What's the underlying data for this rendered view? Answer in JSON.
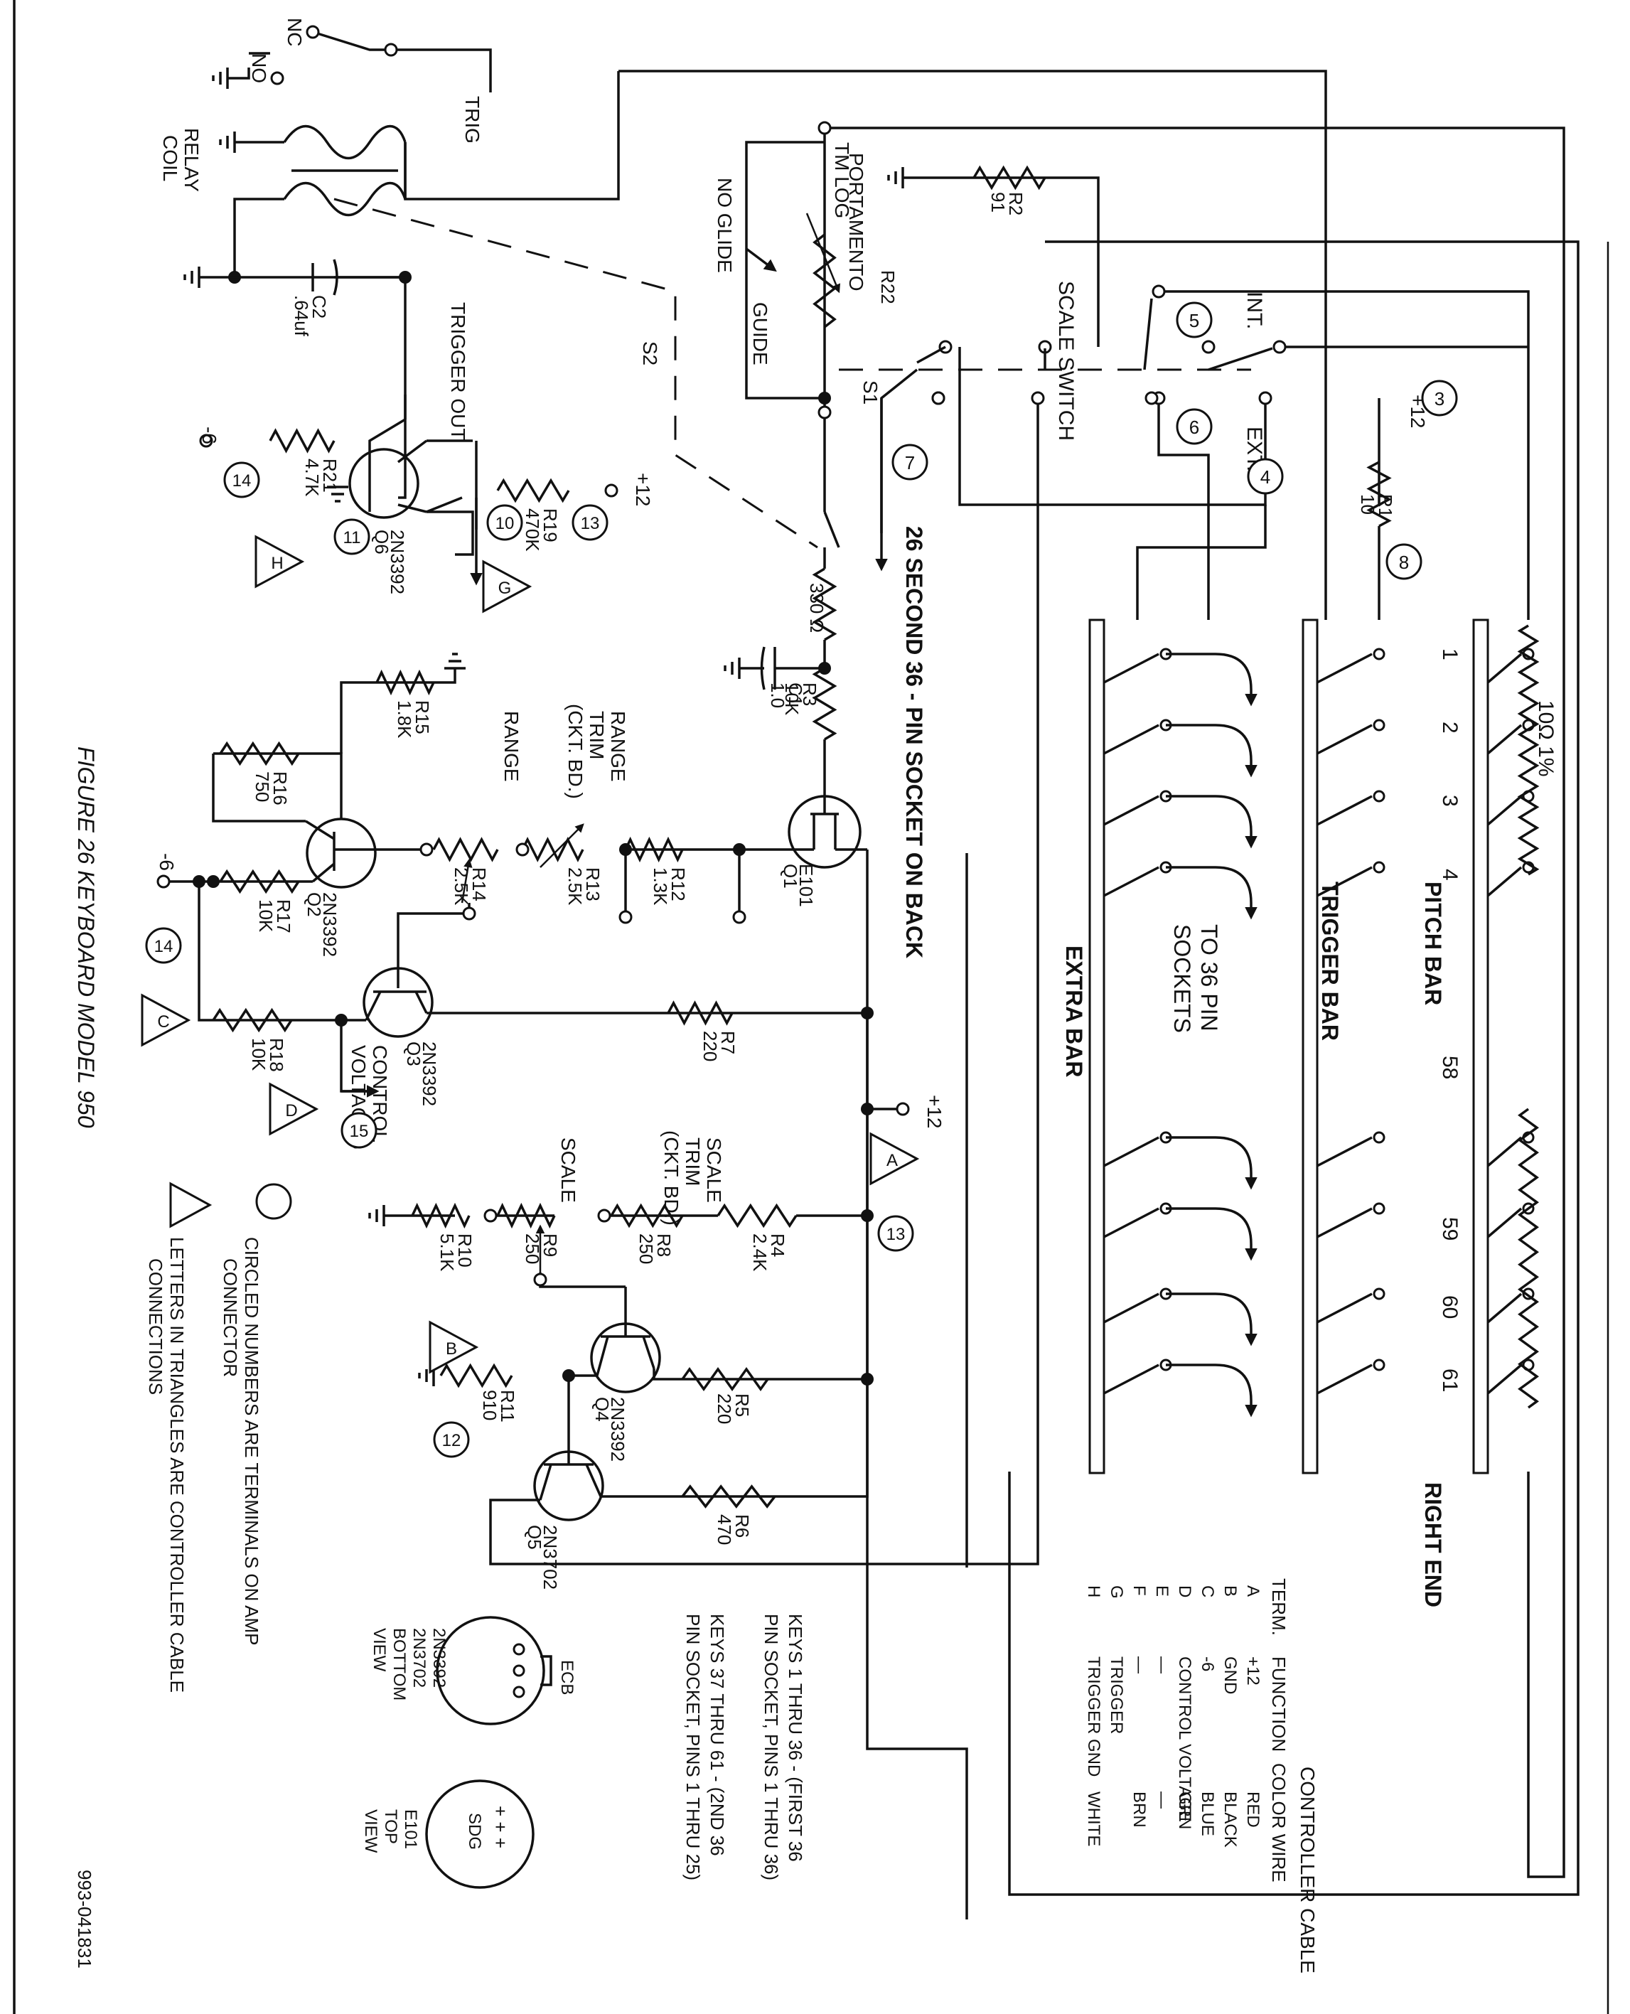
{
  "figure": {
    "caption": "FIGURE 26 KEYBOARD MODEL 950",
    "doc_number": "993-041831"
  },
  "bars": {
    "pitch": "PITCH BAR",
    "trigger": "TRIGGER BAR",
    "extra": "EXTRA BAR",
    "right_end": "RIGHT END",
    "resistor_note": "10Ω 1%",
    "key_numbers": [
      "1",
      "2",
      "3",
      "4",
      "58",
      "59",
      "60",
      "61"
    ],
    "to_sockets": [
      "TO 36 PIN",
      "SOCKETS"
    ]
  },
  "socket_note": "26 SECOND 36 - PIN SOCKET ON BACK",
  "switches": {
    "scale": "SCALE SWITCH",
    "int": "INT.",
    "ext": "EXT.",
    "s1": "S1",
    "s2": "S2",
    "tm_log": "TM LOG",
    "no_glide": "NO GLIDE",
    "guide": "GUIDE",
    "portamento": "PORTAMENTO"
  },
  "relay": {
    "nc": "NC",
    "no": "NO",
    "trig": "TRIG",
    "relay": "RELAY",
    "coil": "COIL"
  },
  "labels": {
    "trigger_out": "TRIGGER OUT",
    "control_voltages": [
      "CONTROL",
      "VOLTAGES"
    ],
    "range_trim": [
      "RANGE",
      "TRIM",
      "(CKT. BD.)"
    ],
    "range": "RANGE",
    "scale_trim": [
      "SCALE",
      "TRIM",
      "(CKT. BD.)"
    ],
    "scale": "SCALE"
  },
  "components": [
    {
      "ref": "R1",
      "value": "10"
    },
    {
      "ref": "R2",
      "value": "91"
    },
    {
      "ref": "R3",
      "value": "10K"
    },
    {
      "ref": "R4",
      "value": "2.4K"
    },
    {
      "ref": "R5",
      "value": "220"
    },
    {
      "ref": "R6",
      "value": "470"
    },
    {
      "ref": "R7",
      "value": "220"
    },
    {
      "ref": "R8",
      "value": "250"
    },
    {
      "ref": "R9",
      "value": "250"
    },
    {
      "ref": "R10",
      "value": "5.1K"
    },
    {
      "ref": "R11",
      "value": "910"
    },
    {
      "ref": "R12",
      "value": "1.3K"
    },
    {
      "ref": "R13",
      "value": "2.5K"
    },
    {
      "ref": "R14",
      "value": "2.5K"
    },
    {
      "ref": "R15",
      "value": "1.8K"
    },
    {
      "ref": "R16",
      "value": "750"
    },
    {
      "ref": "R17",
      "value": "10K"
    },
    {
      "ref": "R18",
      "value": "10K"
    },
    {
      "ref": "R19",
      "value": "470K"
    },
    {
      "ref": "R21",
      "value": "4.7K"
    },
    {
      "ref": "R22",
      "value": ""
    },
    {
      "ref": "C1",
      "value": "1.0"
    },
    {
      "ref": "C2",
      "value": ".64uf"
    },
    {
      "ref": "R3A",
      "value": "330 Ω"
    }
  ],
  "transistors": [
    {
      "ref": "Q1",
      "part": "E101"
    },
    {
      "ref": "Q2",
      "part": "2N3392"
    },
    {
      "ref": "Q3",
      "part": "2N3392"
    },
    {
      "ref": "Q4",
      "part": "2N3392"
    },
    {
      "ref": "Q5",
      "part": "2N3702"
    },
    {
      "ref": "Q6",
      "part": "2N3392"
    }
  ],
  "supplies": {
    "pos12": "+12",
    "neg6": "-6"
  },
  "circled_terminals": [
    "3",
    "4",
    "5",
    "6",
    "7",
    "8",
    "10",
    "11",
    "12",
    "13",
    "14",
    "15"
  ],
  "triangle_terminals": [
    "A",
    "B",
    "C",
    "D",
    "G",
    "H"
  ],
  "controller_cable": {
    "title": "CONTROLLER CABLE",
    "headers": [
      "TERM.",
      "FUNCTION",
      "COLOR WIRE"
    ],
    "rows": [
      {
        "term": "A",
        "function": "+12",
        "color": "RED"
      },
      {
        "term": "B",
        "function": "GND",
        "color": "BLACK"
      },
      {
        "term": "C",
        "function": "-6",
        "color": "BLUE"
      },
      {
        "term": "D",
        "function": "CONTROL VOLTAGE",
        "color": "GRN"
      },
      {
        "term": "E",
        "function": "—",
        "color": "—"
      },
      {
        "term": "F",
        "function": "—",
        "color": "BRN"
      },
      {
        "term": "G",
        "function": "TRIGGER",
        "color": ""
      },
      {
        "term": "H",
        "function": "TRIGGER GND",
        "color": "WHITE"
      }
    ]
  },
  "keys_notes": [
    "KEYS 1 THRU 36 - (FIRST 36",
    "PIN SOCKET, PINS 1 THRU 36)",
    "KEYS 37 THRU 61 - (2ND 36",
    "PIN SOCKET, PINS 1 THRU 25)"
  ],
  "packages": {
    "ecb": {
      "title": "ECB",
      "lines": [
        "2N3392",
        "2N3702",
        "BOTTOM",
        "VIEW"
      ]
    },
    "sdg": {
      "title": "SDG",
      "plus": "+ + +",
      "lines": [
        "E101",
        "TOP",
        "VIEW"
      ]
    }
  },
  "legend": {
    "circle": [
      "CIRCLED NUMBERS ARE TERMINALS ON AMP",
      "CONNECTOR"
    ],
    "triangle": [
      "LETTERS IN TRIANGLES ARE CONTROLLER CABLE",
      "CONNECTIONS"
    ]
  }
}
